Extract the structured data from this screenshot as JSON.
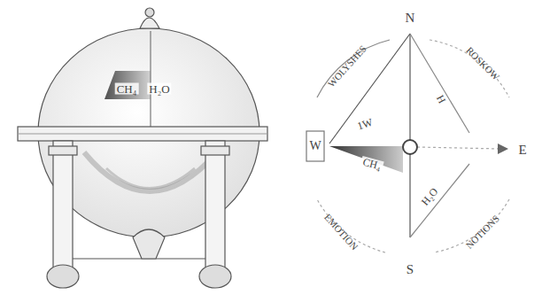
{
  "diagram": {
    "labels": [
      "CH₄",
      "H₂O",
      "N",
      "WOLYSHES",
      "ROSKOW",
      "1W",
      "H",
      "W",
      "CH₄",
      "E",
      "H₂O",
      "EMOTION",
      "NOTIONS",
      "S"
    ]
  }
}
